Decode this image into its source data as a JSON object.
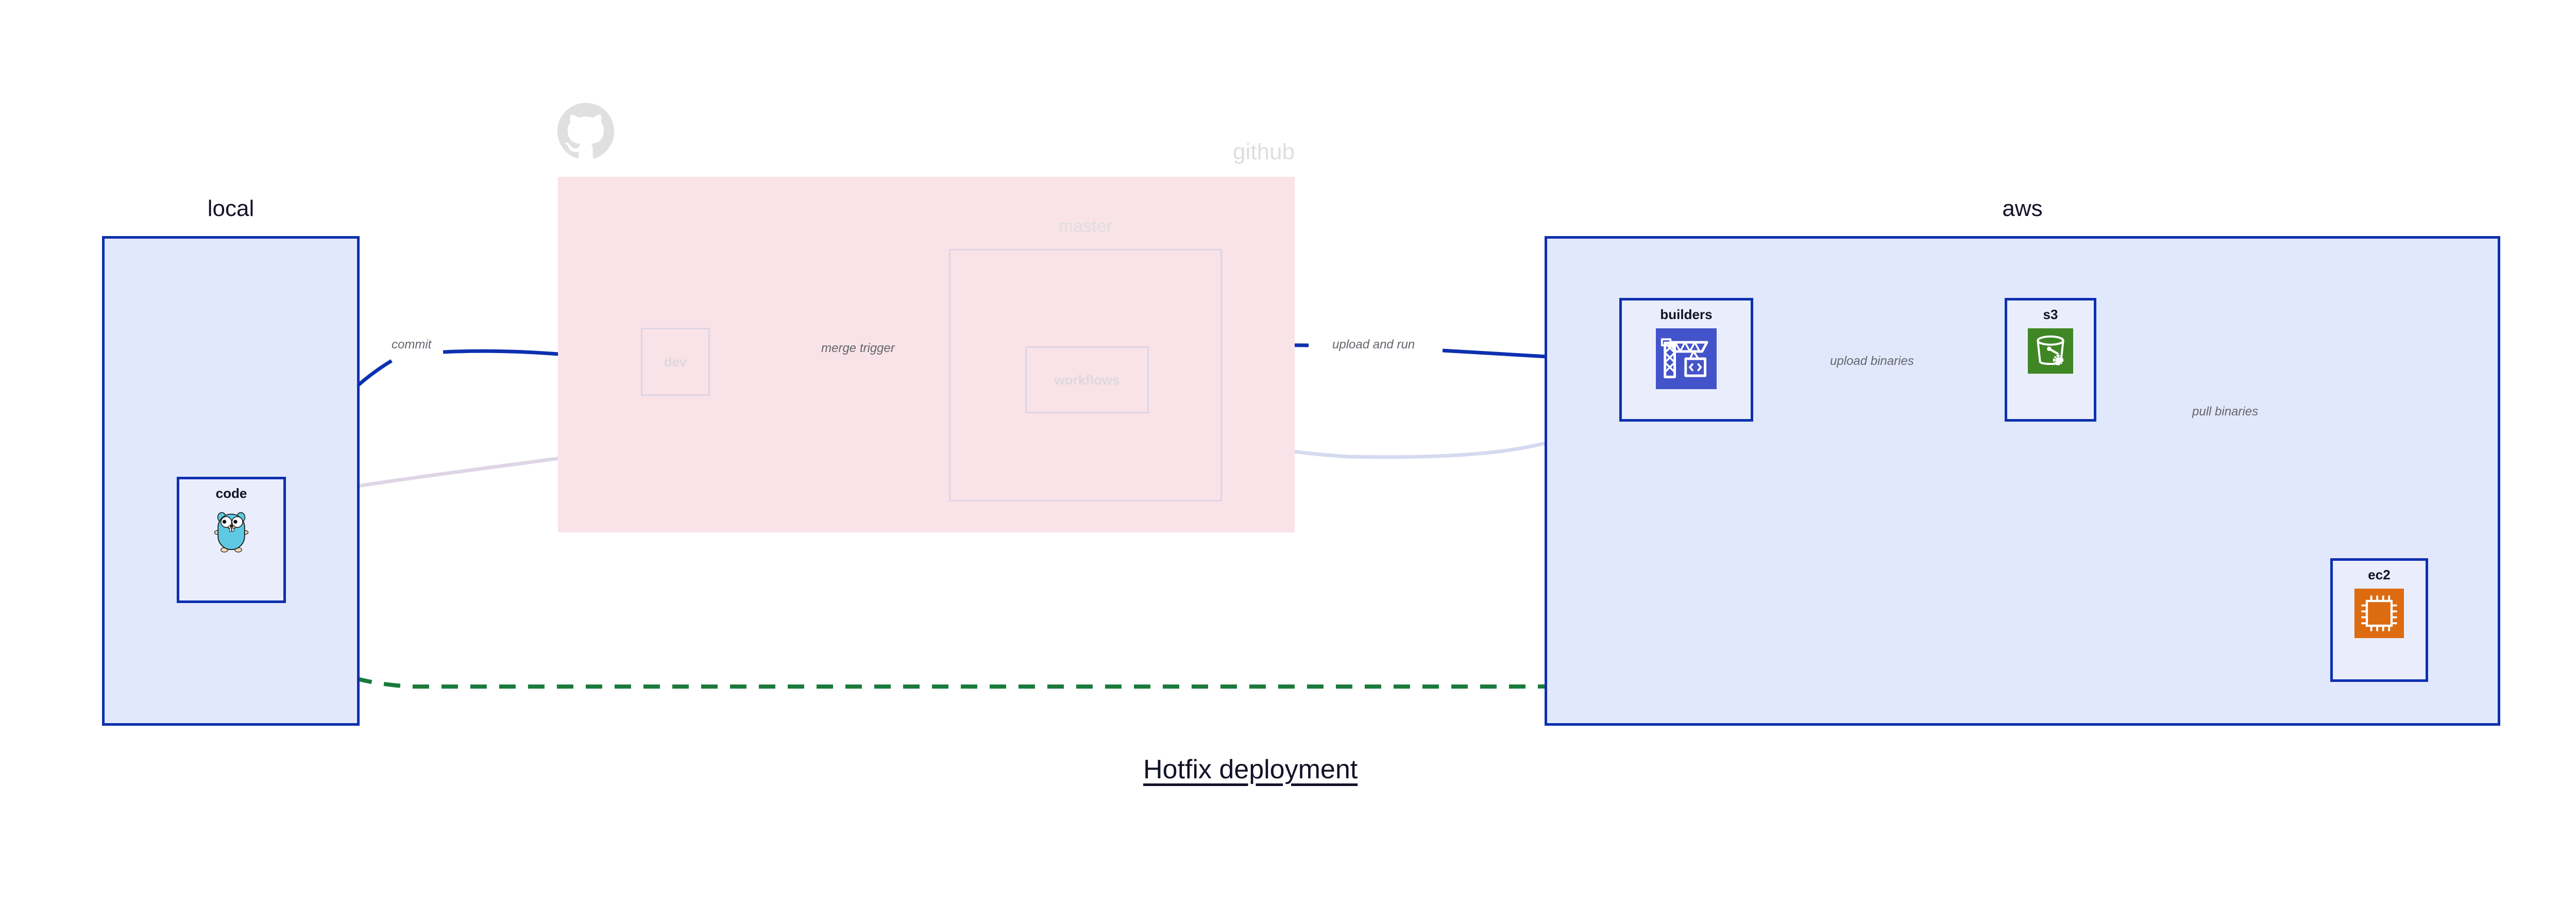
{
  "diagram": {
    "title": "Hotfix deployment",
    "background": "#ffffff"
  },
  "groups": [
    {
      "id": "local",
      "label": "local",
      "fill": "#e2e8fb",
      "stroke": "#0d30b0",
      "faded": false
    },
    {
      "id": "github",
      "label": "github",
      "fill": "#f9e3e8",
      "stroke": "none",
      "faded": true
    },
    {
      "id": "aws",
      "label": "aws",
      "fill": "#e2e8fb",
      "stroke": "#0d30b0",
      "faded": false
    }
  ],
  "subframes": [
    {
      "id": "master",
      "label": "master",
      "faded": true
    }
  ],
  "nodes": [
    {
      "id": "code",
      "label": "code",
      "icon": "go-gopher-icon",
      "faded": false
    },
    {
      "id": "dev",
      "label": "dev",
      "icon": "none",
      "faded": true
    },
    {
      "id": "workflows",
      "label": "workflows",
      "icon": "none",
      "faded": true
    },
    {
      "id": "builders",
      "label": "builders",
      "icon": "aws-codebuild-icon",
      "faded": false
    },
    {
      "id": "s3",
      "label": "s3",
      "icon": "aws-s3-glacier-icon",
      "faded": false
    },
    {
      "id": "ec2",
      "label": "ec2",
      "icon": "aws-ec2-icon",
      "faded": false
    }
  ],
  "edges": [
    {
      "id": "commit",
      "label": "commit",
      "from": "code",
      "to": "dev",
      "style": "solid",
      "color": "#0d30b0",
      "faded": false
    },
    {
      "id": "merge-trigger",
      "label": "merge trigger",
      "from": "dev",
      "to": "workflows",
      "style": "solid",
      "color": "#0d30b0",
      "faded": false
    },
    {
      "id": "upload-and-run",
      "label": "upload and run",
      "from": "workflows",
      "to": "builders",
      "style": "solid",
      "color": "#0d30b0",
      "faded": false
    },
    {
      "id": "upload-binaries",
      "label": "upload binaries",
      "from": "builders",
      "to": "s3",
      "style": "solid",
      "color": "#0d30b0",
      "faded": false
    },
    {
      "id": "pull-binaries",
      "label": "pull binaries",
      "from": "s3",
      "to": "ec2",
      "style": "solid",
      "color": "#0d30b0",
      "faded": false
    },
    {
      "id": "hotfix",
      "label": "",
      "from": "code",
      "to": "ec2",
      "style": "dashed",
      "color": "#1a7a3c",
      "faded": false
    },
    {
      "id": "ghost-a",
      "label": "",
      "from": "code",
      "to": "workflows",
      "style": "solid",
      "color": "#ded6e6",
      "faded": true
    },
    {
      "id": "ghost-b",
      "label": "",
      "from": "workflows",
      "to": "builders",
      "style": "solid",
      "color": "#d9dcf0",
      "faded": true
    }
  ],
  "colors": {
    "accent_blue": "#0d30b0",
    "group_fill_blue": "#e2e8fb",
    "group_fill_pink": "#f9e3e8",
    "node_fill": "#eaeefc",
    "hotfix_green": "#1a7a3c",
    "label_gray": "#63666e",
    "faded_gray": "#dedede",
    "codebuild_purple": "#4353c9",
    "s3_green": "#3f8624",
    "ec2_orange": "#dd6b10",
    "gopher_cyan": "#5dc9e2",
    "text_dark": "#121227"
  },
  "icons": {
    "octocat": "github-octocat-icon",
    "gopher": "go-gopher-icon",
    "codebuild": "aws-codebuild-icon",
    "s3": "aws-s3-glacier-icon",
    "ec2": "aws-ec2-icon"
  }
}
